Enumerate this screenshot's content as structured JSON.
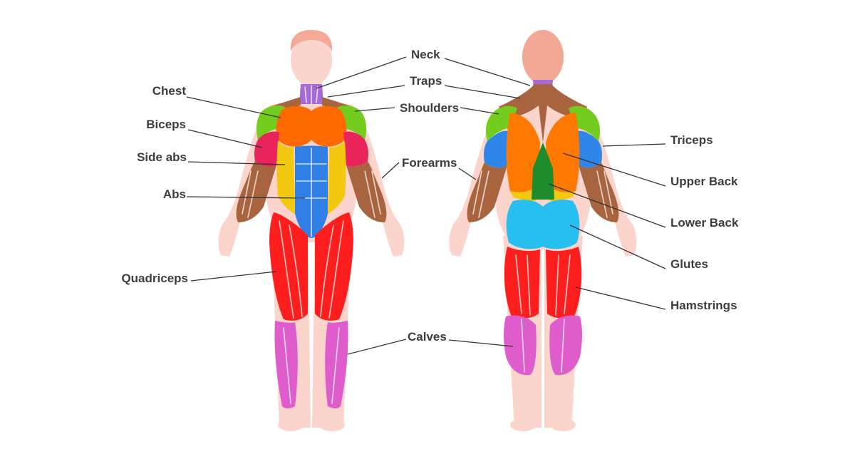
{
  "colors": {
    "skin": "#fbd4cc",
    "hair": "#f4a997",
    "head_back": "#f3a896",
    "neck": "#a56ad6",
    "traps": "#a8633f",
    "shoulders": "#74cc1e",
    "chest": "#ff6a00",
    "biceps": "#e8245a",
    "triceps": "#2f86e8",
    "side_abs": "#f2c811",
    "abs": "#2f7fe6",
    "forearms": "#a8633f",
    "upper_back": "#ff7800",
    "lower_back": "#1f8c2c",
    "glutes": "#27bff0",
    "quadriceps": "#ff1e1e",
    "hamstrings": "#ff1e1e",
    "calves": "#de5ccc",
    "label_text": "#3d3d3d",
    "leader_line": "#333333"
  },
  "labels": {
    "neck": "Neck",
    "traps": "Traps",
    "shoulders": "Shoulders",
    "forearms": "Forearms",
    "calves": "Calves",
    "chest": "Chest",
    "biceps": "Biceps",
    "side_abs": "Side abs",
    "abs": "Abs",
    "quadriceps": "Quadriceps",
    "triceps": "Triceps",
    "upper_back": "Upper Back",
    "lower_back": "Lower Back",
    "glutes": "Glutes",
    "hamstrings": "Hamstrings"
  }
}
